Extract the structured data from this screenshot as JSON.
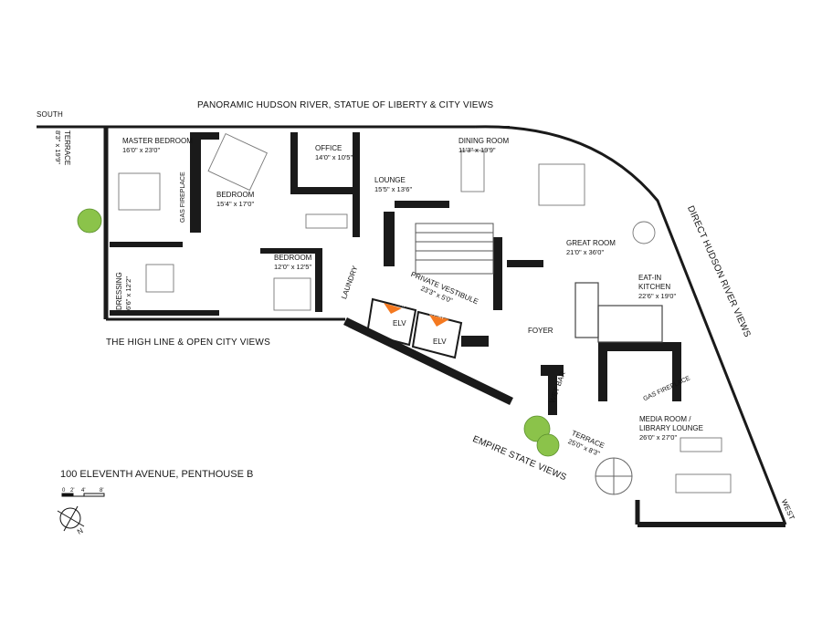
{
  "title": "100 ELEVENTH AVENUE, PENTHOUSE B",
  "views": {
    "top": "PANORAMIC HUDSON RIVER, STATUE OF LIBERTY & CITY VIEWS",
    "left": "THE HIGH LINE & OPEN CITY VIEWS",
    "right": "DIRECT HUDSON RIVER VIEWS",
    "bottom": "EMPIRE STATE VIEWS"
  },
  "compass": {
    "south": "SOUTH",
    "west": "WEST",
    "north": "N"
  },
  "scale": {
    "ticks": [
      "0",
      "2'",
      "4'",
      "8'"
    ]
  },
  "rooms": {
    "terrace_west": {
      "name": "TERRACE",
      "dims": "8'3\" x 19'9\""
    },
    "master_bedroom": {
      "name": "MASTER BEDROOM",
      "dims": "16'0\" x 23'0\""
    },
    "bedroom_2": {
      "name": "BEDROOM",
      "dims": "15'4\" x 17'0\""
    },
    "office": {
      "name": "OFFICE",
      "dims": "14'0\" x 10'5\""
    },
    "lounge": {
      "name": "LOUNGE",
      "dims": "15'5\" x 13'6\""
    },
    "dining_room": {
      "name": "DINING ROOM",
      "dims": "11'3\" x 19'9\""
    },
    "great_room": {
      "name": "GREAT ROOM",
      "dims": "21'0\" x 36'0\""
    },
    "eat_in_kitchen": {
      "name": "EAT-IN KITCHEN",
      "dims": "22'6\" x 19'0\""
    },
    "bedroom_3": {
      "name": "BEDROOM",
      "dims": "12'0\" x 12'5\""
    },
    "dressing": {
      "name": "DRESSING",
      "dims": "6'6\" x 12'2\""
    },
    "private_vestibule": {
      "name": "PRIVATE VESTIBULE",
      "dims": "23'3\" x 5'0\""
    },
    "foyer": {
      "name": "FOYER"
    },
    "laundry": {
      "name": "LAUNDRY"
    },
    "wet_bar": {
      "name": "WET BAR"
    },
    "media_room": {
      "name": "MEDIA ROOM / LIBRARY LOUNGE",
      "dims": "26'0\" x 27'0\""
    },
    "terrace_east": {
      "name": "TERRACE",
      "dims": "25'0\" x 8'3\""
    }
  },
  "fixtures": {
    "gas_fireplace_1": "GAS FIREPLACE",
    "gas_fireplace_2": "GAS FIREPLACE",
    "elevator_1": "ELV",
    "elevator_2": "ELV",
    "entry_1": "ENTRY",
    "entry_2": "ENTRY"
  },
  "colors": {
    "wall": "#1a1a1a",
    "entry": "#f47920",
    "tree": "#8bc34a",
    "fixture": "#6b6b6b"
  }
}
